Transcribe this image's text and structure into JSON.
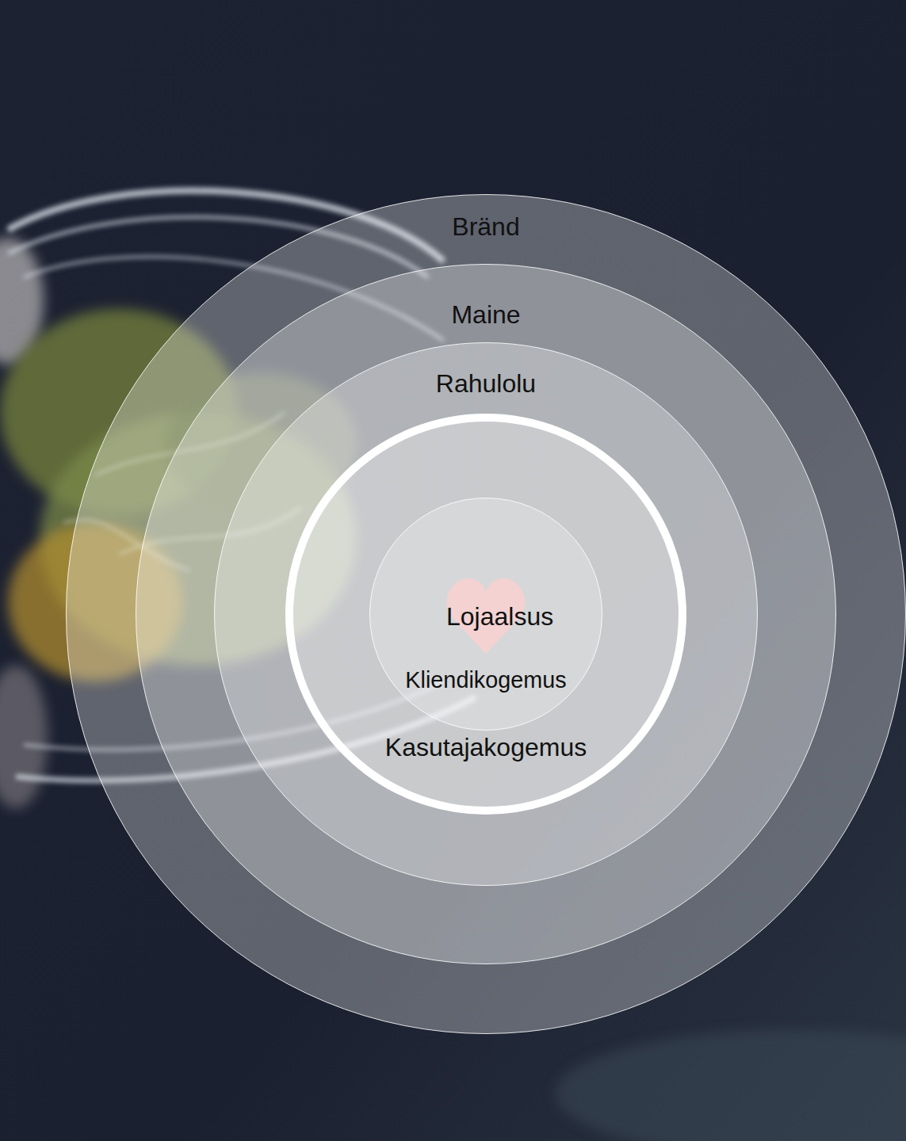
{
  "diagram": {
    "nodes": [
      {
        "text": [
          "Bränd"
        ]
      },
      {
        "text": [
          "Maine"
        ],
        "in": 0
      },
      {
        "text": [
          "Rahulolu"
        ],
        "in": 1
      },
      {
        "text": [
          "Kasutajakogemus"
        ],
        "in": 2
      },
      {
        "text": [
          "Kliendikogemus"
        ],
        "in": 3
      },
      {
        "text": [
          "Lojaalsus"
        ],
        "in": 4
      }
    ]
  }
}
